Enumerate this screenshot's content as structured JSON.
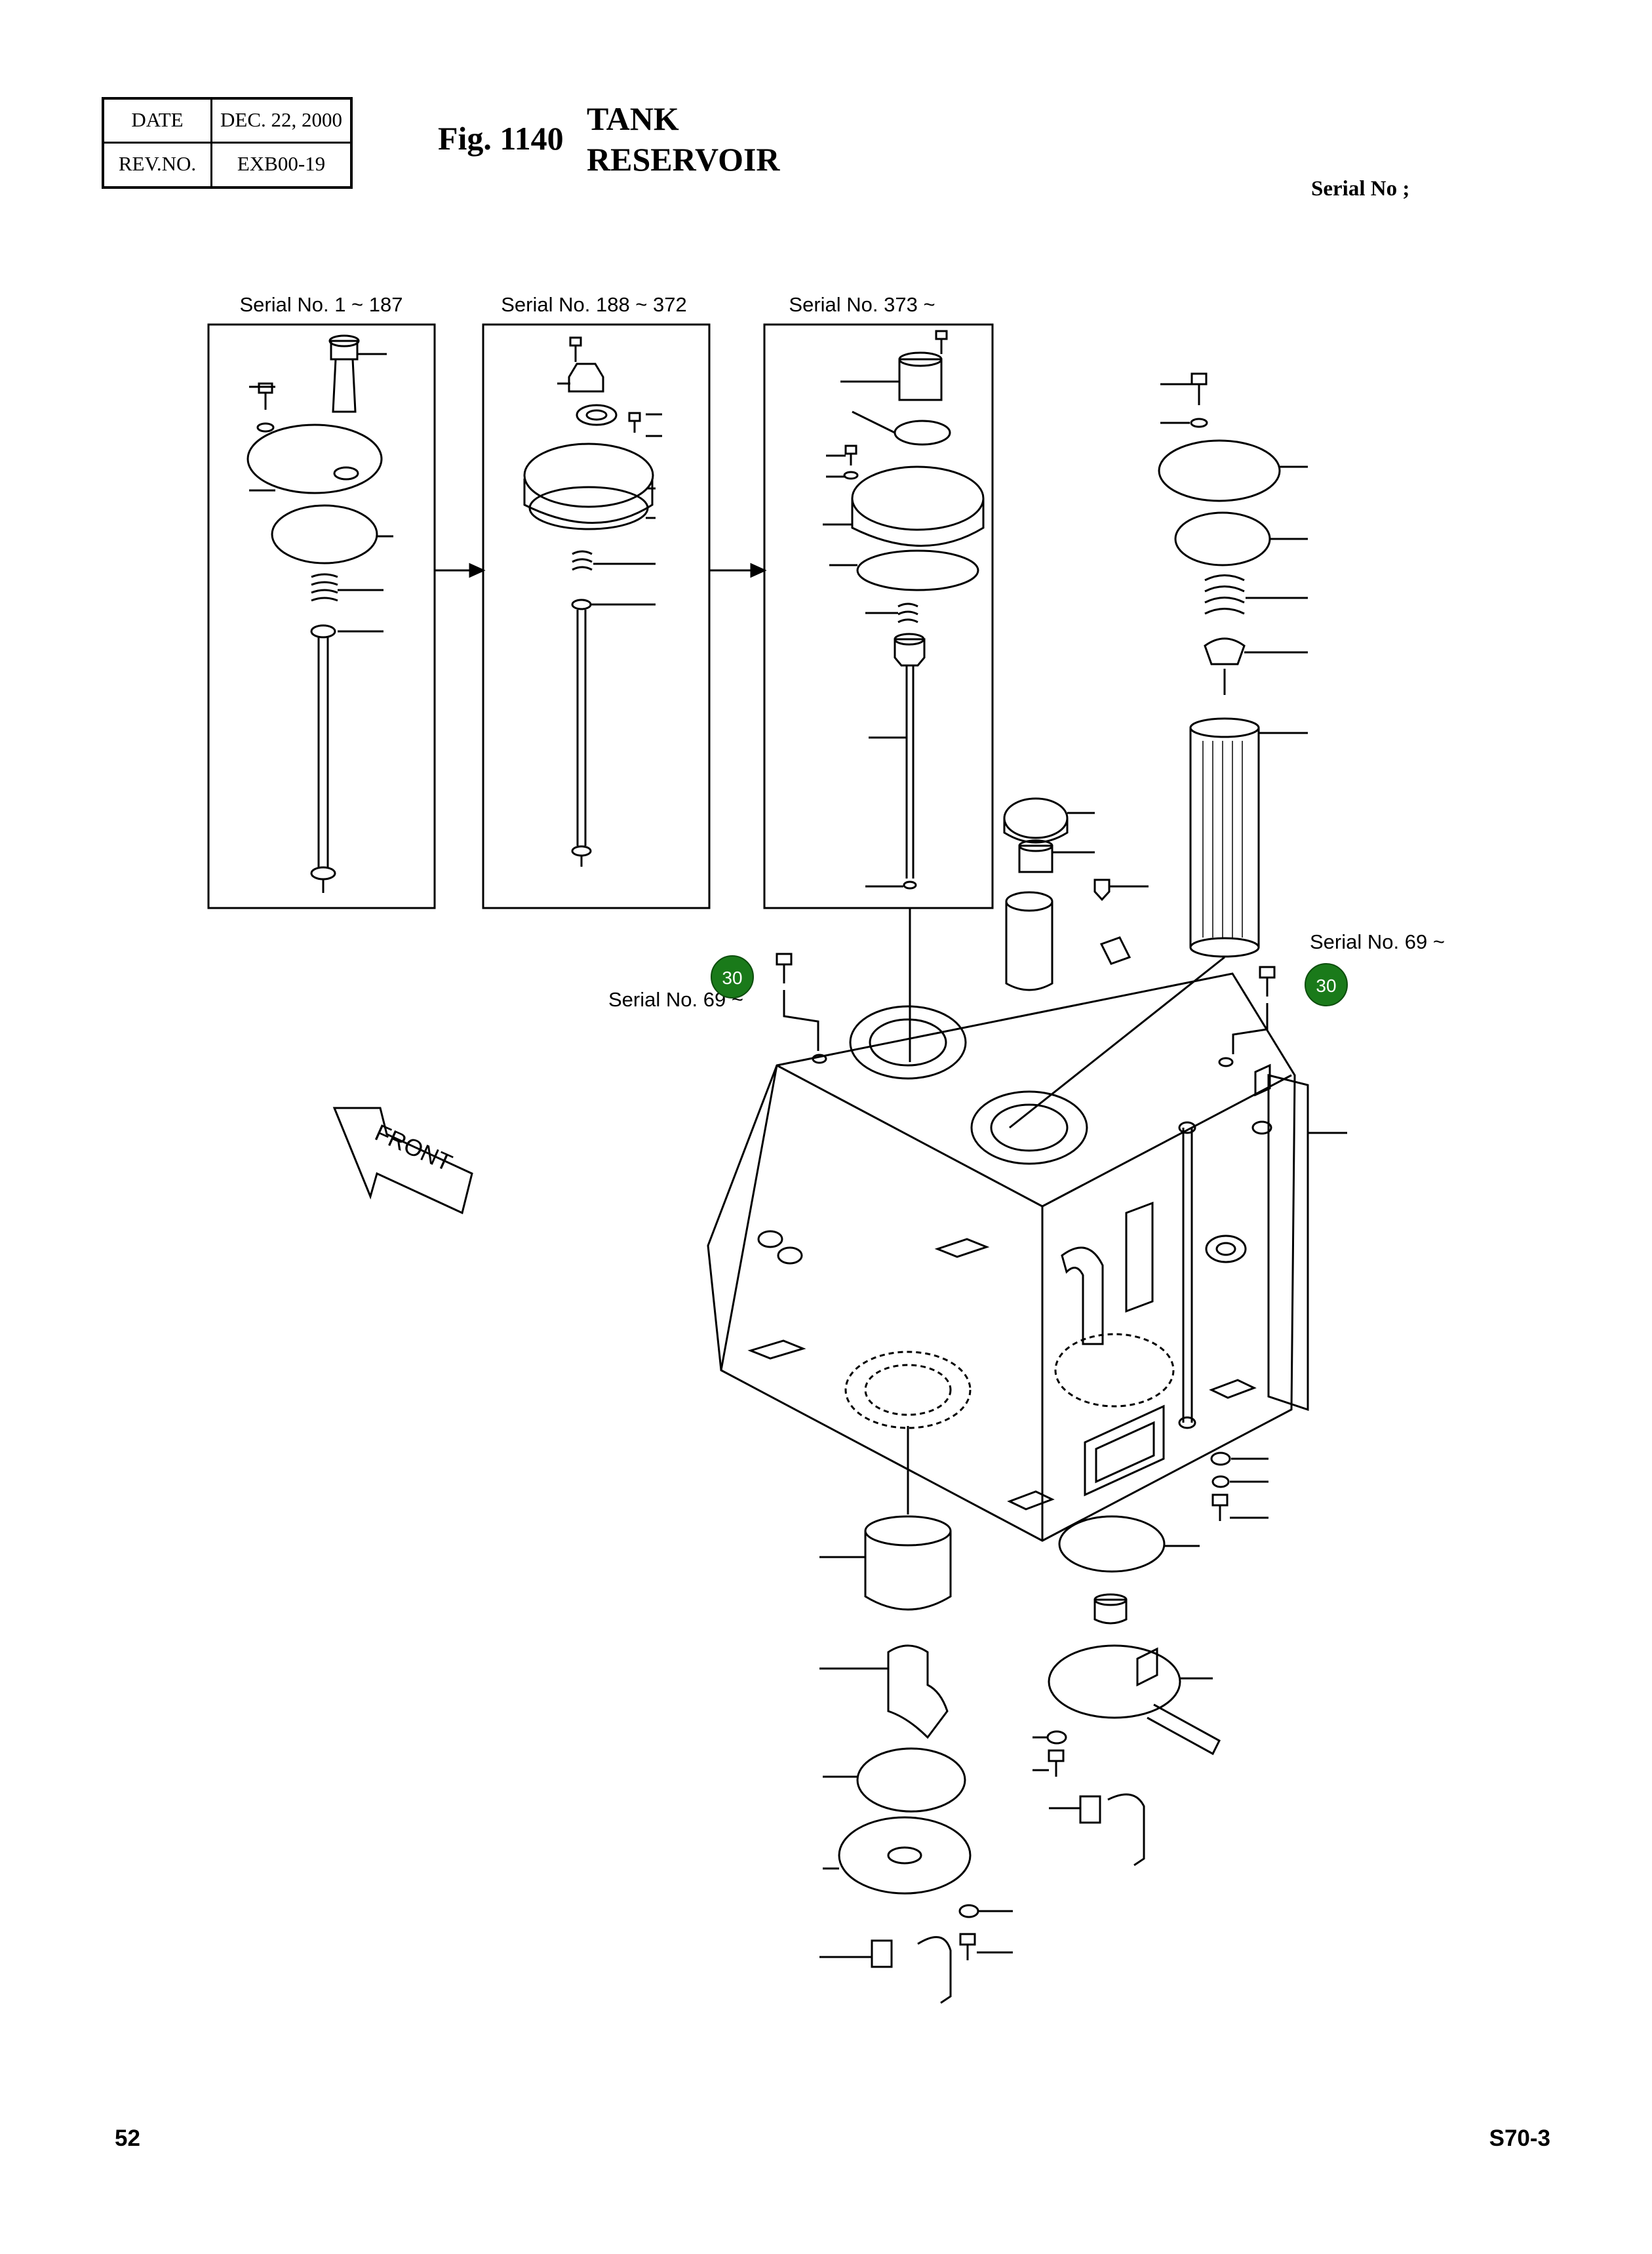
{
  "header": {
    "date_label": "DATE",
    "date_value": "DEC. 22, 2000",
    "rev_label": "REV.NO.",
    "rev_value": "EXB00-19",
    "fig_number": "Fig. 1140",
    "title_line1": "TANK",
    "title_line2": "RESERVOIR",
    "serial_header": "Serial No ;"
  },
  "variants": [
    {
      "label": "Serial No. 1 ~ 187"
    },
    {
      "label": "Serial No. 188 ~ 372"
    },
    {
      "label": "Serial No. 373 ~"
    },
    {
      "label": "Serial No. 69 ~"
    },
    {
      "label": "Serial No. 69 ~"
    }
  ],
  "callouts": [
    {
      "label": "30",
      "color": "#1a7a1a"
    },
    {
      "label": "30",
      "color": "#1a7a1a"
    }
  ],
  "front_arrow_label": "FRONT",
  "footer": {
    "page_number": "52",
    "model": "S70-3"
  }
}
